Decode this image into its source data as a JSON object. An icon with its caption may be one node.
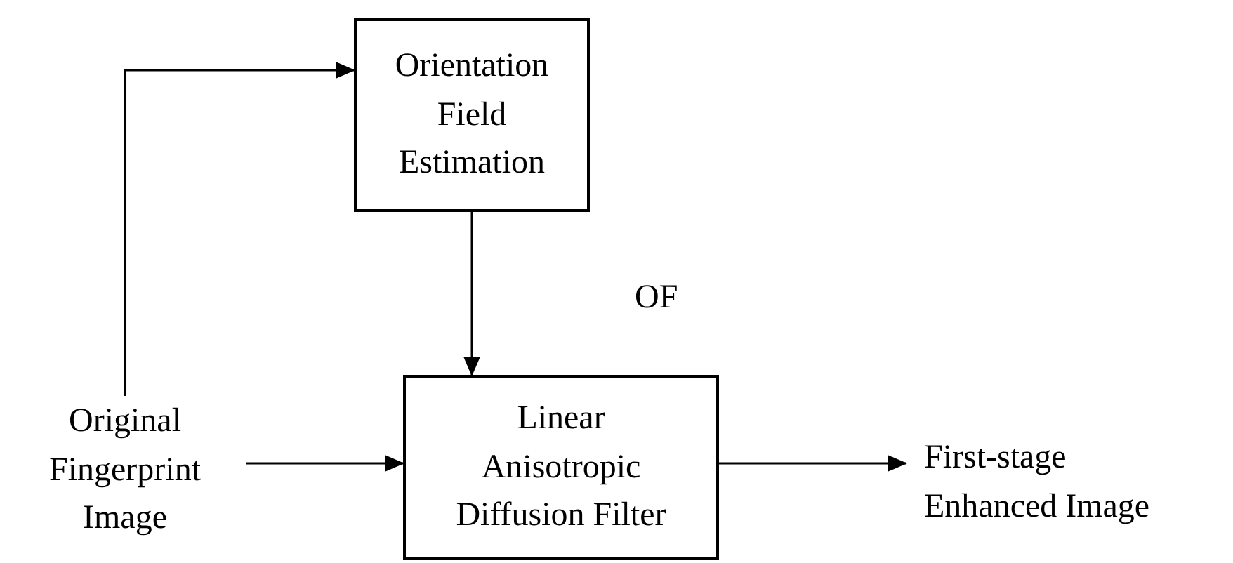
{
  "diagram": {
    "nodes": [
      {
        "text": [
          "Orientation Field Estimation"
        ]
      },
      {
        "text": [
          "Original Fingerprint Image"
        ]
      },
      {
        "text": [
          "Linear Anisotropic Diffusion Filter"
        ]
      },
      {
        "text": [
          "First-stage Enhanced Image"
        ]
      }
    ],
    "edges": [
      {
        "from": 1,
        "to": 0,
        "arrow": "to"
      },
      {
        "from": 0,
        "to": 2,
        "arrow": "to",
        "label": "OF"
      },
      {
        "from": 1,
        "to": 2,
        "arrow": "to"
      },
      {
        "from": 2,
        "to": 3,
        "arrow": "to"
      }
    ]
  }
}
